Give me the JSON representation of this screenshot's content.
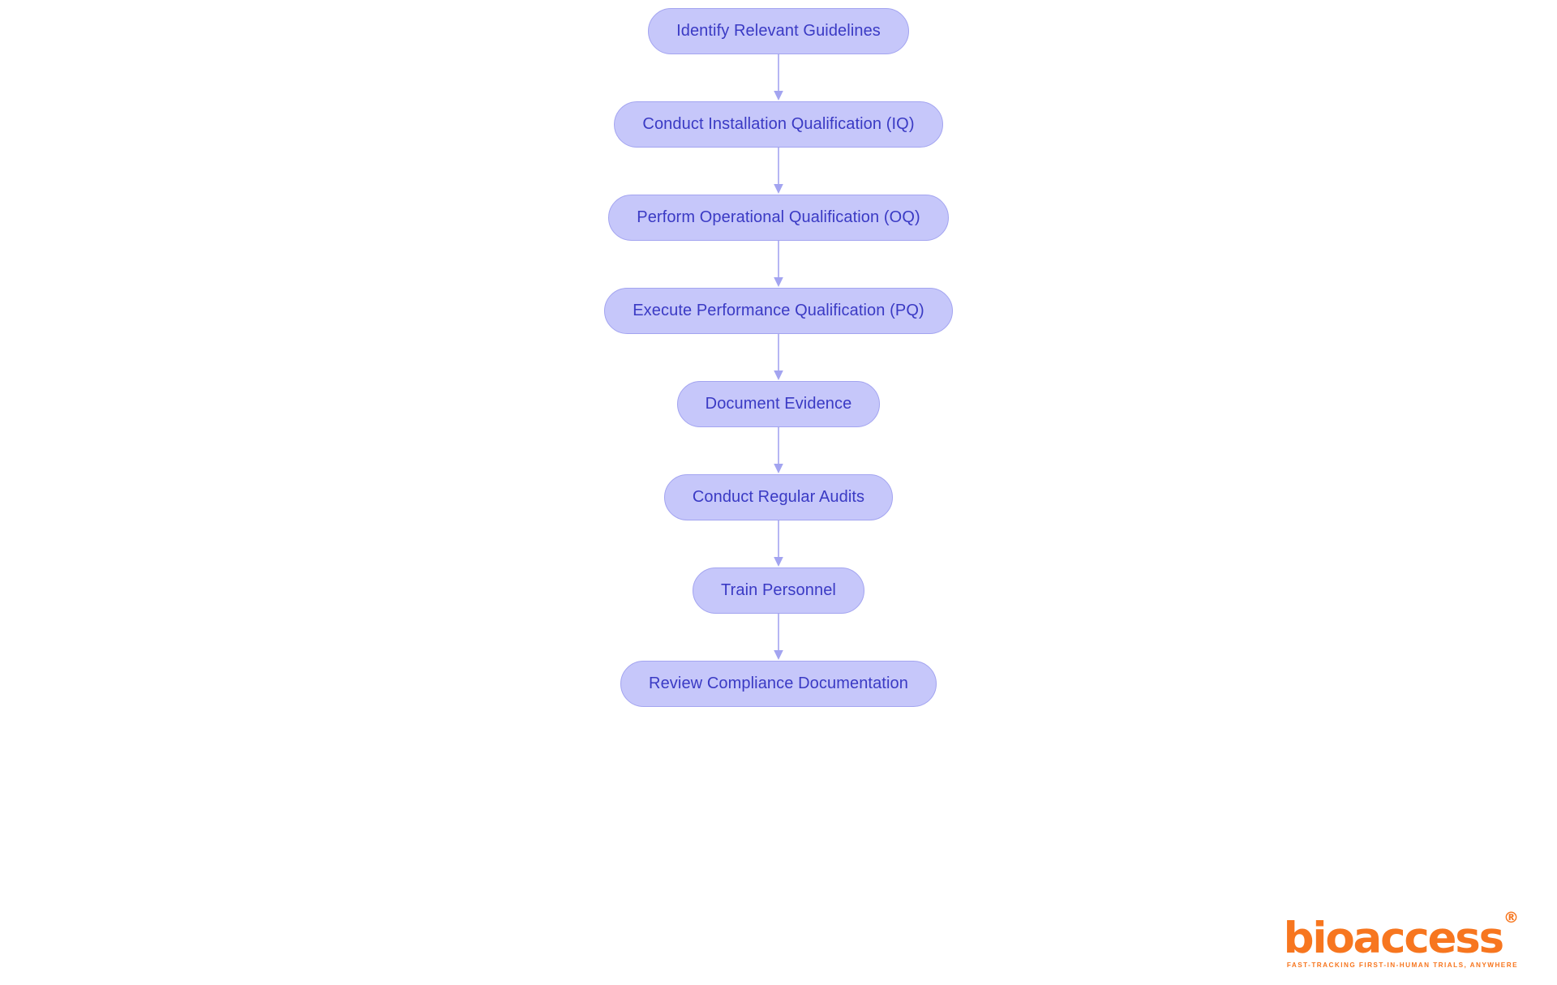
{
  "diagram": {
    "type": "flowchart",
    "orientation": "top-to-bottom",
    "background_color": "#ffffff",
    "node_fill_color": "#c6c7fa",
    "node_border_color": "#a3a4f0",
    "node_text_color": "#3a3ac4",
    "connector_color": "#a3a4f0",
    "nodes": [
      {
        "id": "n1",
        "label": "Identify Relevant Guidelines"
      },
      {
        "id": "n2",
        "label": "Conduct Installation Qualification (IQ)"
      },
      {
        "id": "n3",
        "label": "Perform Operational Qualification (OQ)"
      },
      {
        "id": "n4",
        "label": "Execute Performance Qualification (PQ)"
      },
      {
        "id": "n5",
        "label": "Document Evidence"
      },
      {
        "id": "n6",
        "label": "Conduct Regular Audits"
      },
      {
        "id": "n7",
        "label": "Train Personnel"
      },
      {
        "id": "n8",
        "label": "Review Compliance Documentation"
      }
    ],
    "edges": [
      {
        "from": "n1",
        "to": "n2"
      },
      {
        "from": "n2",
        "to": "n3"
      },
      {
        "from": "n3",
        "to": "n4"
      },
      {
        "from": "n4",
        "to": "n5"
      },
      {
        "from": "n5",
        "to": "n6"
      },
      {
        "from": "n6",
        "to": "n7"
      },
      {
        "from": "n7",
        "to": "n8"
      }
    ]
  },
  "branding": {
    "wordmark": "bioaccess",
    "registered_mark": "®",
    "tagline": "FAST-TRACKING FIRST-IN-HUMAN TRIALS, ANYWHERE",
    "color": "#f7761f"
  }
}
